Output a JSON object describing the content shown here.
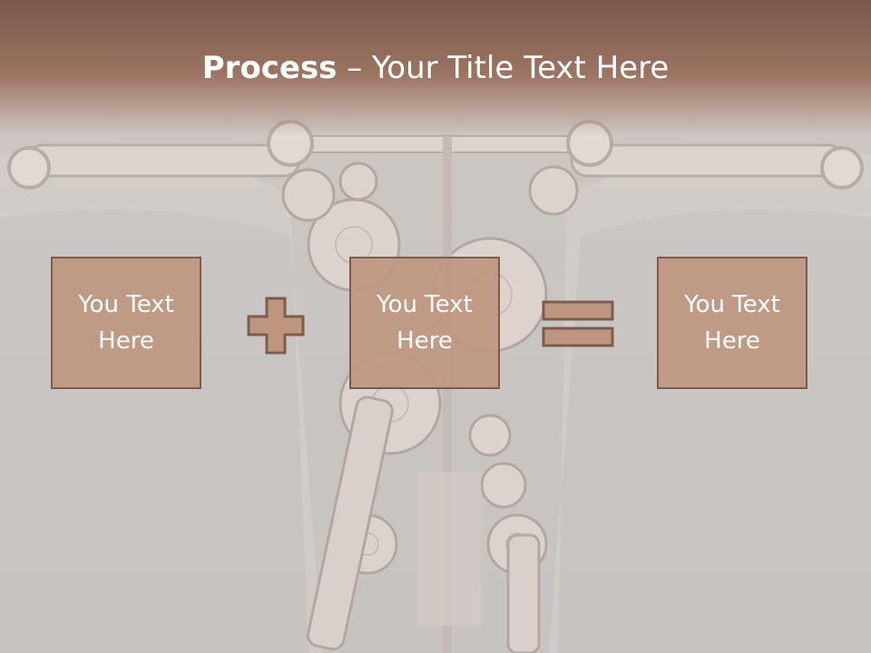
{
  "slide": {
    "title_bold": "Process",
    "title_rest": " – Your Title Text Here",
    "boxes": [
      {
        "line1": "You Text",
        "line2": "Here"
      },
      {
        "line1": "You Text",
        "line2": "Here"
      },
      {
        "line1": "You Text",
        "line2": "Here"
      }
    ],
    "operators": [
      "plus-icon",
      "equals-icon"
    ]
  },
  "colors": {
    "title_band": "#9c7462",
    "box_fill": "#be9680",
    "box_border": "#7d5c4d",
    "background": "#c9c5c2"
  }
}
